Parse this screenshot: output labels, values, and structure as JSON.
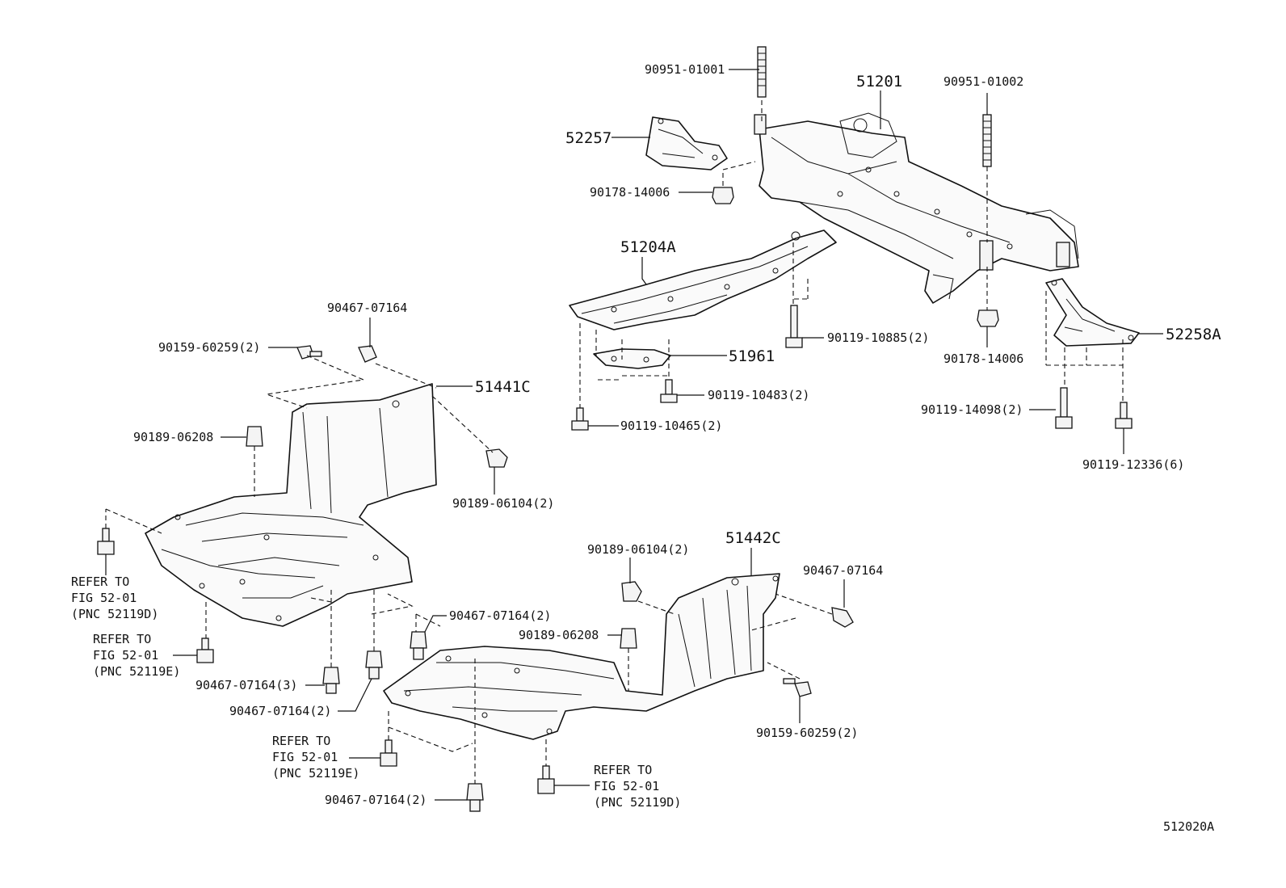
{
  "diagram": {
    "figure_code": "512020A",
    "labels": {
      "p90951_01001": "90951-01001",
      "p51201": "51201",
      "p90951_01002": "90951-01002",
      "p52257": "52257",
      "p90178_14006_a": "90178-14006",
      "p51204A": "51204A",
      "p90467_07164_top": "90467-07164",
      "p90159_60259_top": "90159-60259(2)",
      "p51441C": "51441C",
      "p90119_10885": "90119-10885(2)",
      "p51961": "51961",
      "p90178_14006_b": "90178-14006",
      "p52258A": "52258A",
      "p90119_10483": "90119-10483(2)",
      "p90119_14098": "90119-14098(2)",
      "p90189_06208_a": "90189-06208",
      "p90119_10465": "90119-10465(2)",
      "p90119_12336": "90119-12336(6)",
      "p90189_06104_a": "90189-06104(2)",
      "p90189_06104_b": "90189-06104(2)",
      "p51442C": "51442C",
      "p90467_07164_right": "90467-07164",
      "p90467_07164_2_a": "90467-07164(2)",
      "p90189_06208_b": "90189-06208",
      "p90467_07164_3": "90467-07164(3)",
      "p90467_07164_2_b": "90467-07164(2)",
      "p90159_60259_bot": "90159-60259(2)",
      "p90467_07164_2_c": "90467-07164(2)"
    },
    "refer_notes": {
      "note1": {
        "l1": "REFER TO",
        "l2": "FIG 52-01",
        "l3": "(PNC 52119D)"
      },
      "note2": {
        "l1": "REFER TO",
        "l2": "FIG 52-01",
        "l3": "(PNC 52119E)"
      },
      "note3": {
        "l1": "REFER TO",
        "l2": "FIG 52-01",
        "l3": "(PNC 52119E)"
      },
      "note4": {
        "l1": "REFER TO",
        "l2": "FIG 52-01",
        "l3": "(PNC 52119D)"
      }
    }
  }
}
